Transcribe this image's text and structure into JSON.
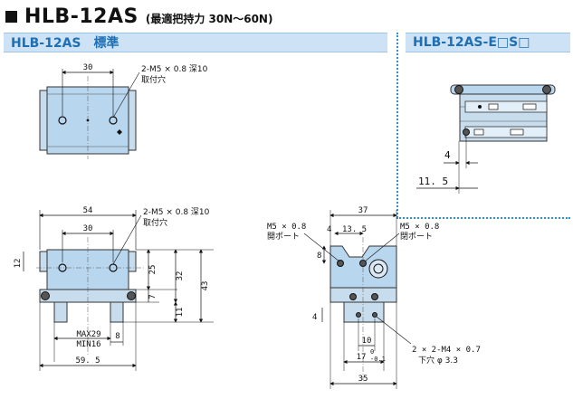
{
  "header": {
    "model": "HLB-12AS",
    "subtitle": "(最適把持力 30N～60N)"
  },
  "sections": {
    "standard_label": "HLB-12AS　標準",
    "option_label": "HLB-12AS-E□S□"
  },
  "top_view": {
    "dim_30": "30",
    "note_thread": "2-M5 × 0.8  深10",
    "note_hole": "取付穴"
  },
  "front_view": {
    "dim_54": "54",
    "dim_30": "30",
    "note_thread": "2-M5 × 0.8  深10",
    "note_hole": "取付穴",
    "dim_12": "12",
    "dim_25": "25",
    "dim_32": "32",
    "dim_43": "43",
    "dim_7": "7",
    "dim_11": "11",
    "dim_max": "MAX29",
    "dim_min": "MIN16",
    "dim_8": "8",
    "dim_59_5": "59. 5"
  },
  "side_view": {
    "port_left": "M5 × 0.8",
    "port_left_label": "開ポート",
    "port_right": "M5 × 0.8",
    "port_right_label": "閉ポート",
    "dim_37": "37",
    "dim_4a": "4",
    "dim_13_5": "13. 5",
    "dim_8": "8",
    "dim_4b": "4",
    "dim_10": "10",
    "dim_17": "17",
    "tol_plus": "0",
    "tol_minus": "-0.1",
    "note_tap": "2 × 2-M4 × 0.7",
    "note_drill": "下穴 φ 3.3",
    "dim_35": "35"
  },
  "option_view": {
    "dim_4": "4",
    "dim_11_5": "11. 5"
  }
}
